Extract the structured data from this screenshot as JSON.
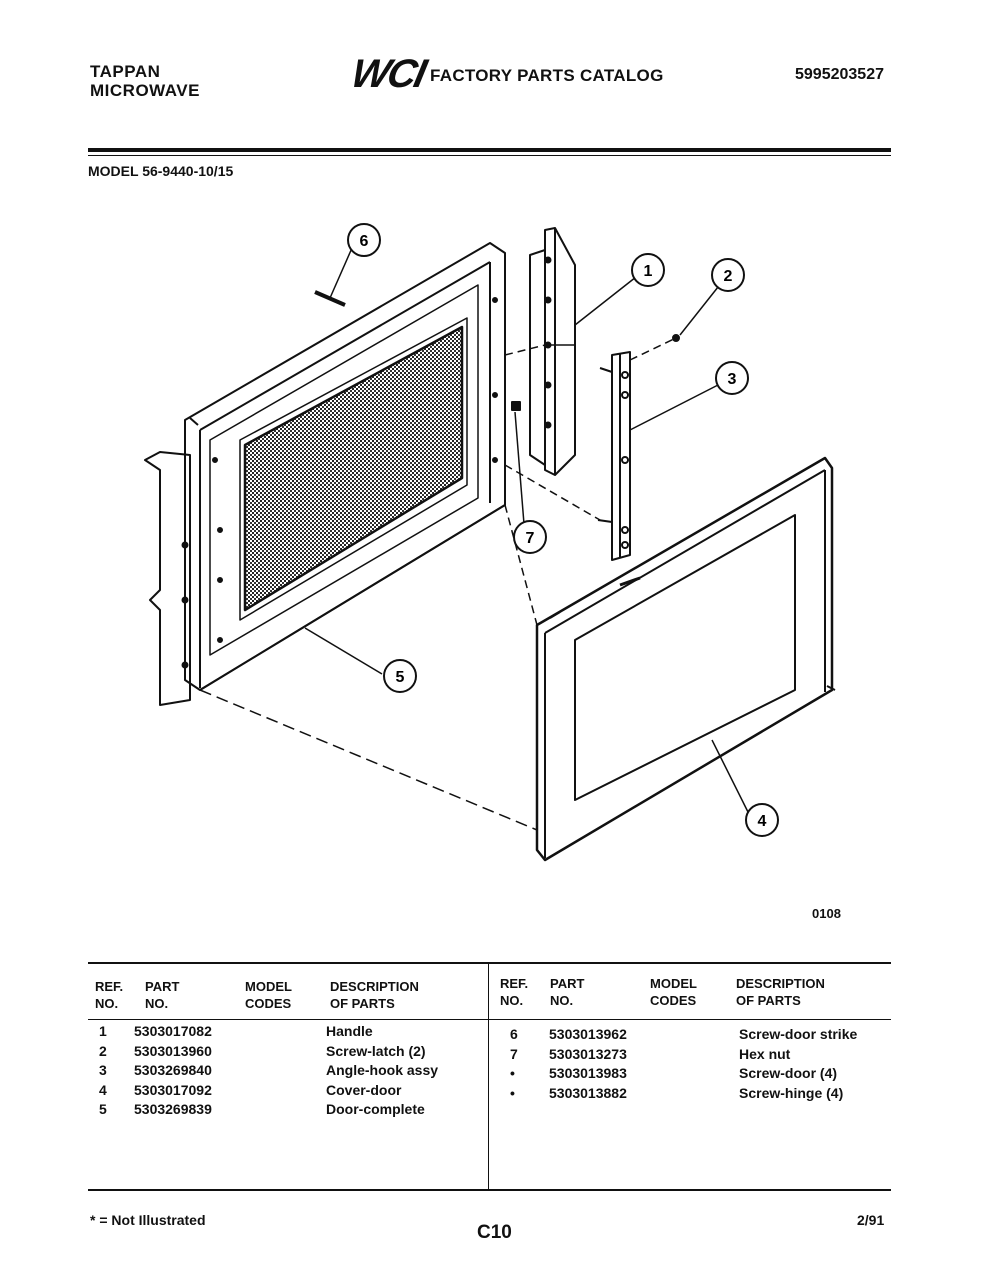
{
  "header": {
    "brand_line1": "TAPPAN",
    "brand_line2": "MICROWAVE",
    "logo_text": "WCI",
    "catalog_title": "FACTORY PARTS CATALOG",
    "catalog_number": "5995203527"
  },
  "model_line": "MODEL 56-9440-10/15",
  "diagram": {
    "callouts": [
      "1",
      "2",
      "3",
      "4",
      "5",
      "6",
      "7"
    ],
    "figure_code": "0108"
  },
  "table": {
    "headers": {
      "ref_no": [
        "REF.",
        "NO."
      ],
      "part_no": [
        "PART",
        "NO."
      ],
      "model_codes": [
        "MODEL",
        "CODES"
      ],
      "description": [
        "DESCRIPTION",
        "OF PARTS"
      ]
    },
    "left_rows": [
      {
        "ref": "1",
        "part": "5303017082",
        "desc": "Handle"
      },
      {
        "ref": "2",
        "part": "5303013960",
        "desc": "Screw-latch (2)"
      },
      {
        "ref": "3",
        "part": "5303269840",
        "desc": "Angle-hook assy"
      },
      {
        "ref": "4",
        "part": "5303017092",
        "desc": "Cover-door"
      },
      {
        "ref": "5",
        "part": "5303269839",
        "desc": "Door-complete"
      }
    ],
    "right_rows": [
      {
        "ref": "6",
        "part": "5303013962",
        "desc": "Screw-door strike"
      },
      {
        "ref": "7",
        "part": "5303013273",
        "desc": "Hex nut"
      },
      {
        "ref": "•",
        "part": "5303013983",
        "desc": "Screw-door (4)"
      },
      {
        "ref": "•",
        "part": "5303013882",
        "desc": "Screw-hinge (4)"
      }
    ]
  },
  "footer": {
    "note": "* = Not Illustrated",
    "page_code": "C10",
    "date": "2/91"
  }
}
